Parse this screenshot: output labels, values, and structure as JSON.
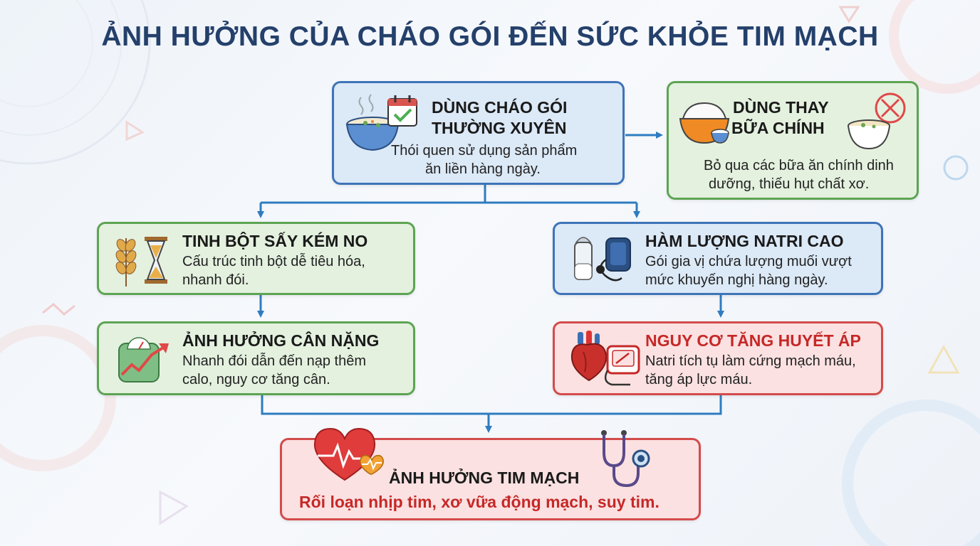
{
  "title": "ẢNH HƯỞNG CỦA CHÁO GÓI ĐẾN SỨC KHỎE TIM MẠCH",
  "nodes": {
    "daily_use": {
      "title_line1": "DÙNG CHÁO GÓI",
      "title_line2": "THƯỜNG XUYÊN",
      "desc_line1": "Thói quen sử dụng sản phẩm",
      "desc_line2": "ăn liền hàng ngày."
    },
    "meal_replacement": {
      "title_line1": "DÙNG THAY",
      "title_line2": "BỮA CHÍNH",
      "desc_line1": "Bỏ qua các bữa ăn chính dinh",
      "desc_line2": "dưỡng, thiếu hụt chất xơ."
    },
    "dried_starch": {
      "title": "TINH BỘT SẤY KÉM NO",
      "desc_line1": "Cấu trúc tinh bột dễ tiêu hóa,",
      "desc_line2": "nhanh đói."
    },
    "high_sodium": {
      "title": "HÀM LƯỢNG NATRI CAO",
      "desc_line1": "Gói gia vị chứa lượng muối vượt",
      "desc_line2": "mức khuyến nghị hàng ngày."
    },
    "weight_effect": {
      "title": "ẢNH HƯỞNG CÂN NẶNG",
      "desc_line1": "Nhanh đói dẫn đến nạp thêm",
      "desc_line2": "calo, nguy cơ tăng cân."
    },
    "hypertension_risk": {
      "title": "NGUY CƠ TĂNG HUYẾT ÁP",
      "desc_line1": "Natri tích tụ làm cứng mạch máu,",
      "desc_line2": "tăng áp lực máu."
    },
    "cardio_effect": {
      "title": "ẢNH HƯỞNG TIM MẠCH",
      "desc": "Rối loạn nhịp tim, xơ vữa động mạch, suy tim."
    }
  },
  "colors": {
    "title": "#24406b",
    "blue_fill": "#dce9f7",
    "blue_border": "#3e74b8",
    "green_fill": "#e4f1df",
    "green_border": "#5da453",
    "red_fill": "#fbe1e1",
    "red_border": "#d34b4b",
    "arrow": "#2f7cc0",
    "red_text": "#c62828"
  },
  "icons": [
    "porridge-bowl-icon",
    "calendar-check-icon",
    "rice-bowl-icon",
    "no-sign-icon",
    "wheat-icon",
    "hourglass-icon",
    "salt-shaker-icon",
    "blood-pressure-cuff-icon",
    "scale-trend-icon",
    "anatomical-heart-icon",
    "bp-monitor-icon",
    "heartbeat-heart-icon",
    "stethoscope-icon"
  ]
}
